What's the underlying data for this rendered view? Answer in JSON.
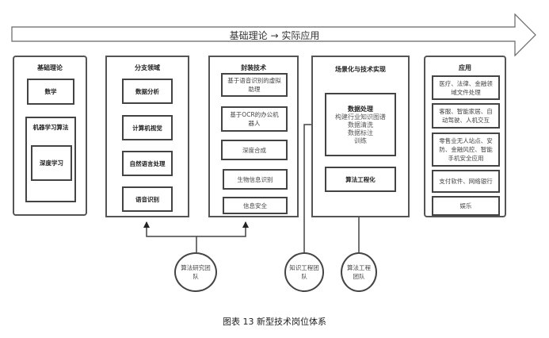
{
  "top_arrow": {
    "label": "基础理论  →  实际应用"
  },
  "columns": [
    {
      "title": "基础理论",
      "boxes": [
        {
          "label": "数学"
        },
        {
          "label": "机器学习算法",
          "inner": "深度学习"
        }
      ]
    },
    {
      "title": "分支领域",
      "boxes": [
        {
          "label": "数据分析"
        },
        {
          "label": "计算机视觉"
        },
        {
          "label": "自然语言处理"
        },
        {
          "label": "语音识别"
        }
      ]
    },
    {
      "title": "封装技术",
      "boxes": [
        {
          "label": "基于语音识别的虚拟助理"
        },
        {
          "label": "基于OCR的办公机器人"
        },
        {
          "label": "深度合成"
        },
        {
          "label": "生物信息识别"
        },
        {
          "label": "信息安全"
        }
      ]
    },
    {
      "title": "场景化与技术实现",
      "boxes": [
        {
          "label": "数据处理",
          "items": [
            "构建行业知识图谱",
            "数据清洗",
            "数据标注",
            "训练"
          ]
        },
        {
          "label": "算法工程化"
        }
      ]
    },
    {
      "title": "应用",
      "boxes": [
        {
          "label": "医疗、法律、金融领域文件处理"
        },
        {
          "label": "客服、智能家居、自动驾驶、人机交互"
        },
        {
          "label": "零售业无人站点、安防、金融风控、智能手机安全应用"
        },
        {
          "label": "支付软件、网络银行"
        },
        {
          "label": "娱乐"
        }
      ]
    }
  ],
  "teams": [
    {
      "label": "算法研究团队"
    },
    {
      "label": "知识工程团队"
    },
    {
      "label": "算法工程团队"
    }
  ],
  "caption": "图表 13  新型技术岗位体系"
}
